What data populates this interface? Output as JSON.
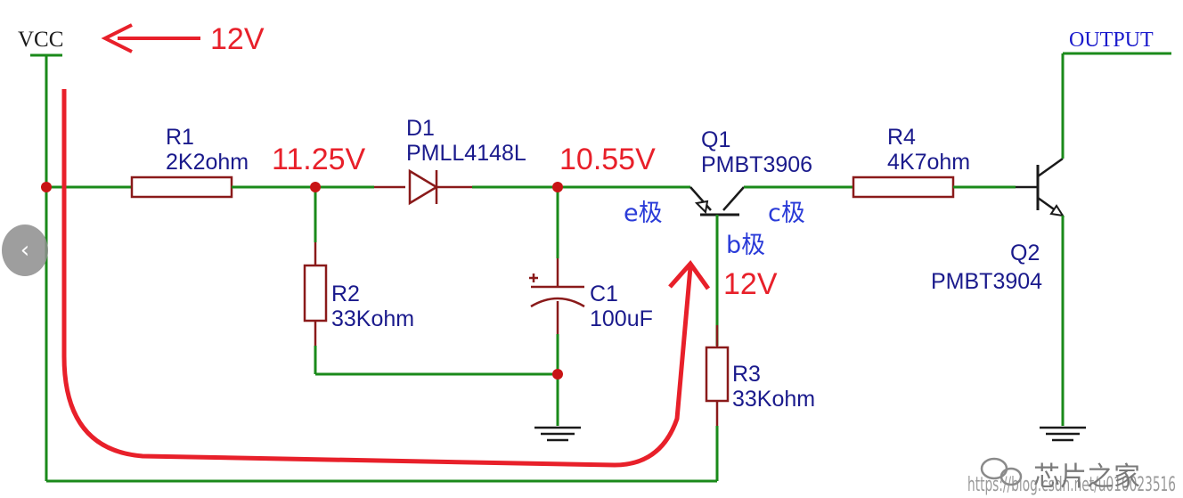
{
  "supply": {
    "label": "VCC",
    "voltage_label": "12V"
  },
  "output": {
    "label": "OUTPUT"
  },
  "components": {
    "r1": {
      "ref": "R1",
      "value": "2K2ohm"
    },
    "r2": {
      "ref": "R2",
      "value": "33Kohm"
    },
    "r3": {
      "ref": "R3",
      "value": "33Kohm"
    },
    "r4": {
      "ref": "R4",
      "value": "4K7ohm"
    },
    "d1": {
      "ref": "D1",
      "value": "PMLL4148L"
    },
    "c1": {
      "ref": "C1",
      "value": "100uF"
    },
    "q1": {
      "ref": "Q1",
      "value": "PMBT3906"
    },
    "q2": {
      "ref": "Q2",
      "value": "PMBT3904"
    }
  },
  "annotations": {
    "v_r1_node": "11.25V",
    "v_d1_node": "10.55V",
    "v_base": "12V",
    "pin_e": "e极",
    "pin_c": "c极",
    "pin_b": "b极"
  },
  "colors": {
    "wire": "#1a8a1a",
    "component": "#8a1a1a",
    "annotation": "#e8202a",
    "pin_label": "#2a3bd8"
  },
  "watermark": {
    "url_text": "https://blog.csdn.net/u010023516",
    "brand": "芯片之家"
  },
  "nav": {
    "prev_icon": "‹"
  }
}
